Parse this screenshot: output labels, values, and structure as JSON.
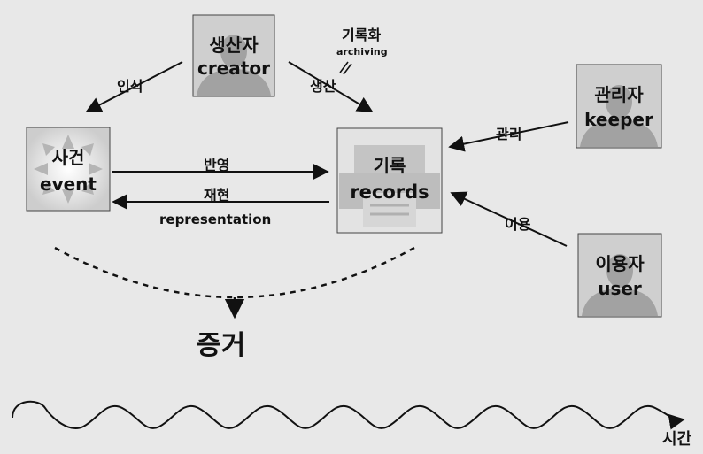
{
  "nodes": {
    "creator": {
      "ko": "생산자",
      "en": "creator"
    },
    "event": {
      "ko": "사건",
      "en": "event"
    },
    "records": {
      "ko": "기록",
      "en": "records"
    },
    "keeper": {
      "ko": "관리자",
      "en": "keeper"
    },
    "user": {
      "ko": "이용자",
      "en": "user"
    }
  },
  "edges": {
    "perception": "인식",
    "production": "생산",
    "archiving_ko": "기록화",
    "archiving_en": "archiving",
    "reflection": "반영",
    "reenactment": "재현",
    "representation": "representation",
    "management": "관리",
    "use": "이용"
  },
  "result": "증거",
  "timeline": "시간",
  "colors": {
    "background": "#e8e8e8",
    "box": "#cfcfcf",
    "silhouette": "#a2a2a2",
    "line": "#111111"
  }
}
